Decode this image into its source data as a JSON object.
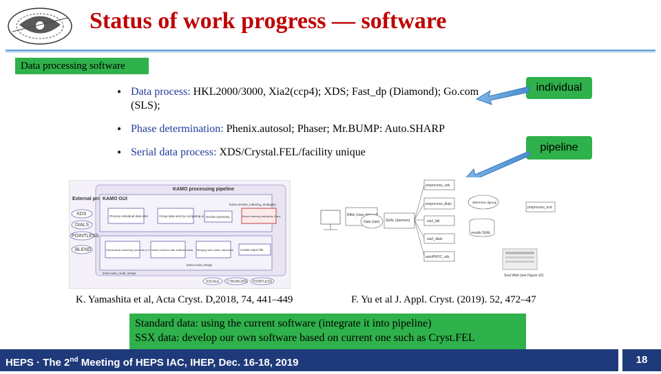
{
  "slide": {
    "title": "Status of work progress — software",
    "tag": "Data processing software",
    "bullets": [
      {
        "label": "Data process: ",
        "value": "HKL2000/3000, Xia2(ccp4); XDS; Fast_dp (Diamond); Go.com (SLS);"
      },
      {
        "label": "Phase determination: ",
        "value": "Phenix.autosol; Phaser; Mr.BUMP: Auto.SHARP"
      },
      {
        "label": "Serial data process: ",
        "value": "XDS/Crystal.FEL/facility unique"
      }
    ],
    "badges": {
      "individual": "individual",
      "pipeline": "pipeline"
    },
    "captions": {
      "left": "K. Yamashita et al, Acta Cryst. D,2018, 74, 441–449",
      "right": "F. Yu et al J. Appl. Cryst. (2019). 52, 472–47"
    },
    "note": {
      "line1": "Standard data: using the current software (integrate it into pipeline)",
      "line2": "SSX data: develop our own software based on current one such as Cryst.FEL"
    },
    "footer": {
      "pre": "HEPS · The 2",
      "sup": "nd",
      "post": " Meeting of HEPS IAC, IHEP, Dec. 16-18, 2019"
    },
    "page_number": "18"
  },
  "figures": {
    "kamo": {
      "title": "KAMO processing pipeline",
      "external": "External programs",
      "programs": [
        "XDS",
        "DIALS",
        "POINTLESS",
        "BLEND"
      ],
      "gui": "KAMO GUI",
      "steps": [
        "Process individual data sets",
        "Group data sets by comparing unit cells",
        "Decide symmetry",
        "Break indexing ambiguity if any"
      ],
      "merge_steps": [
        "Hierarchical clustering (unit cell or CC)",
        "Select clusters with sufficient data",
        "Merging with outlier rejections",
        "Create report file"
      ],
      "labels": [
        "kamo.resolve_indexing_ambiguity",
        "kamo.multi_merge",
        "kamo.auto_multi_merge"
      ],
      "bottom_programs": [
        "XSCALE",
        "CTRUNCATE",
        "POINTLESS"
      ]
    },
    "pipeline": {
      "nodes": [
        "proprocess_xds",
        "proprocess_dials",
        "xia2_fall",
        "xia2_dials",
        "autoPROC_xds",
        "Rtfile (User defined)",
        "Data (raw)",
        "SEAL (daemon)",
        "determine dgroup",
        "proprocess_ncd",
        "results SEAL",
        "Seal Web (see Figure S2)"
      ]
    }
  }
}
